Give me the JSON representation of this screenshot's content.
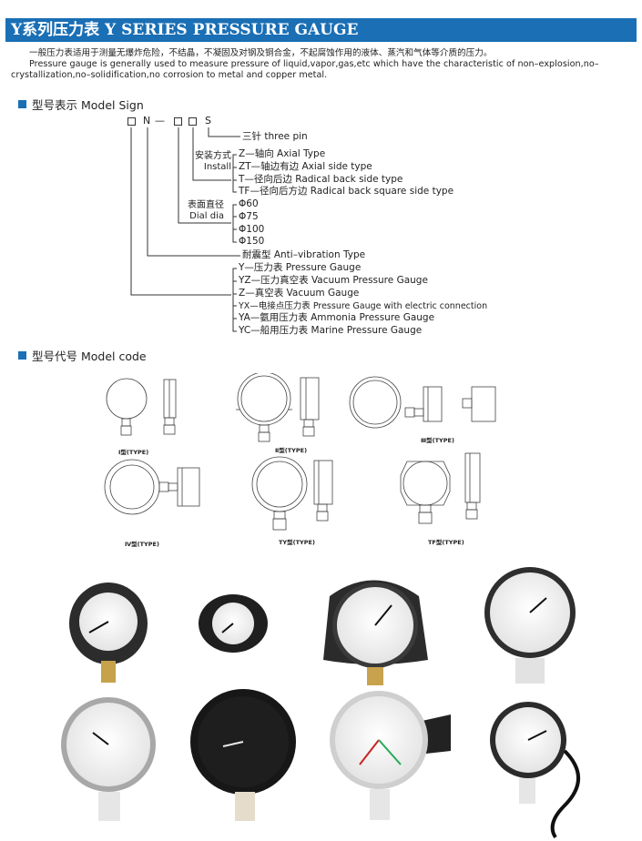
{
  "header": {
    "title": "Y系列压力表 Y SERIES PRESSURE GAUGE"
  },
  "intro": {
    "cn": "一般压力表适用于测量无爆炸危险，不结晶，不凝固及对钢及铜合金，不起腐蚀作用的液体、蒸汽和气体等介质的压力。",
    "en": "Pressure gauge is generally used to measure pressure of liquid,vapor,gas,etc which have the characteristic of non–explosion,no–crystallization,no–solidification,no corrosion to metal and copper metal."
  },
  "model_sign": {
    "heading": "型号表示 Model Sign",
    "sign_n": "N",
    "sign_dash": "—",
    "sign_s": "S",
    "three_pin": "三针 three pin",
    "install_cn": "安装方式",
    "install_en": "Install",
    "install_items": [
      "Z—轴向 Axial Type",
      "ZT—轴边有边 Axial side type",
      "T—径向后边  Radical back side type",
      "TF—径向后方边 Radical back square side type"
    ],
    "dial_cn": "表面直径",
    "dial_en": "Dial dia",
    "dial_items": [
      "Φ60",
      "Φ75",
      "Φ100",
      "Φ150"
    ],
    "anti_vibration": "耐震型 Anti–vibration Type",
    "type_items": [
      "Y—压力表 Pressure Gauge",
      "YZ—压力真空表 Vacuum Pressure Gauge",
      "Z—真空表 Vacuum Gauge",
      "YX—电接点压力表 Pressure Gauge with electric connection",
      "YA—氨用压力表 Ammonia Pressure Gauge",
      "YC—船用压力表 Marine Pressure Gauge"
    ]
  },
  "model_code": {
    "heading": "型号代号 Model code",
    "types": [
      "Ⅰ型(TYPE)",
      "Ⅱ型(TYPE)",
      "Ⅲ型(TYPE)",
      "Ⅳ型(TYPE)",
      "TY型(TYPE)",
      "TF型(TYPE)"
    ]
  },
  "colors": {
    "banner": "#1a6fb5",
    "heading_square": "#1a6fb5"
  }
}
